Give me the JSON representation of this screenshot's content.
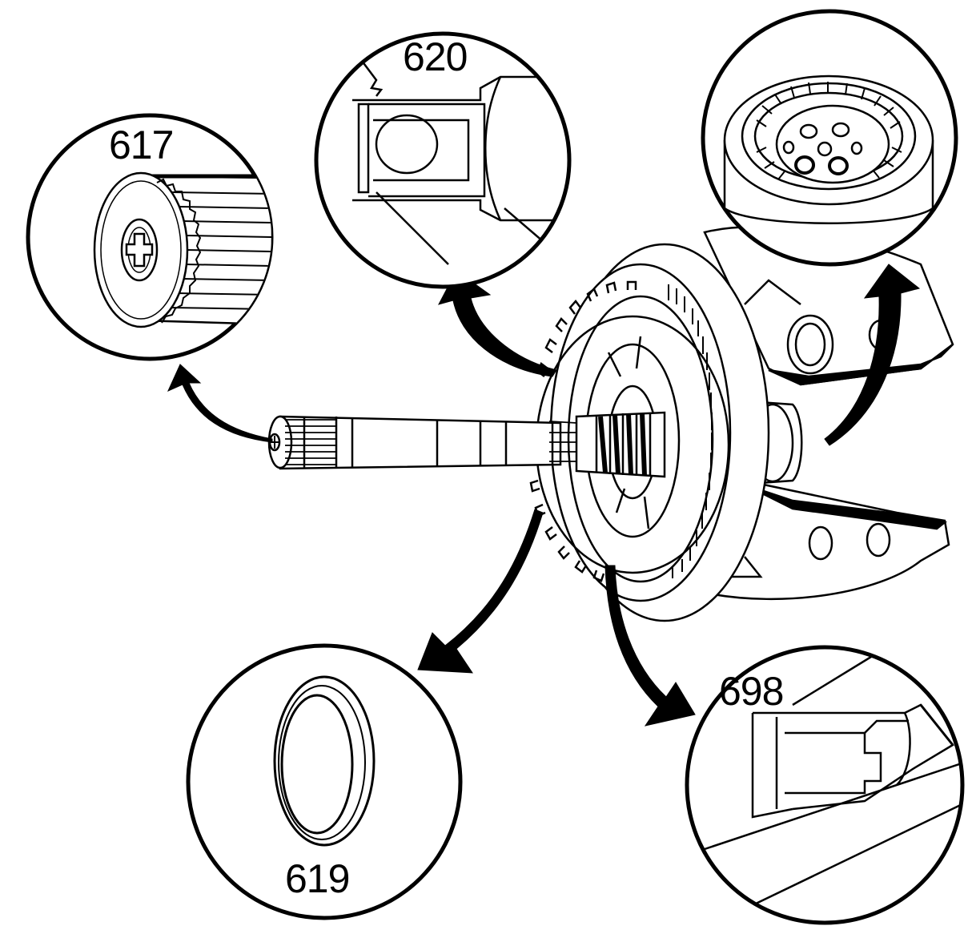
{
  "callouts": [
    {
      "id": "617",
      "label": "617",
      "icon": "splined-shaft-end-icon"
    },
    {
      "id": "620",
      "label": "620",
      "icon": "shaft-seal-ring-icon"
    },
    {
      "id": "drum",
      "label": "",
      "icon": "clutch-drum-interior-icon"
    },
    {
      "id": "619",
      "label": "619",
      "icon": "sealing-ring-icon"
    },
    {
      "id": "698",
      "label": "698",
      "icon": "seal-groove-detail-icon"
    }
  ],
  "colors": {
    "ink": "#000000",
    "paper": "#ffffff"
  }
}
